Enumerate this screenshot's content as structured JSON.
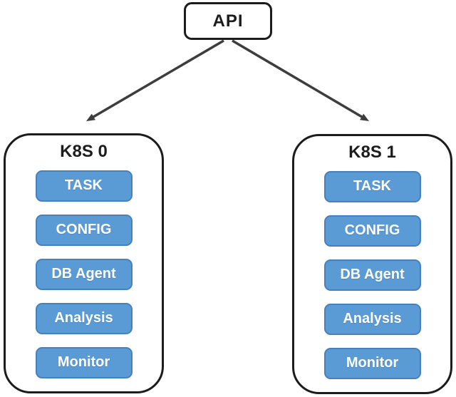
{
  "diagram": {
    "background_color": "#ffffff",
    "outline_color": "#1c1c1c",
    "arrow_color": "#3d3d3d",
    "node_fill_color": "#5B9BD5",
    "node_border_color": "#4781BC",
    "node_text_color": "#ffffff"
  },
  "api": {
    "label": "API"
  },
  "clusters": [
    {
      "name": "K8S 0",
      "components": [
        "TASK",
        "CONFIG",
        "DB Agent",
        "Analysis",
        "Monitor"
      ]
    },
    {
      "name": "K8S 1",
      "components": [
        "TASK",
        "CONFIG",
        "DB Agent",
        "Analysis",
        "Monitor"
      ]
    }
  ]
}
